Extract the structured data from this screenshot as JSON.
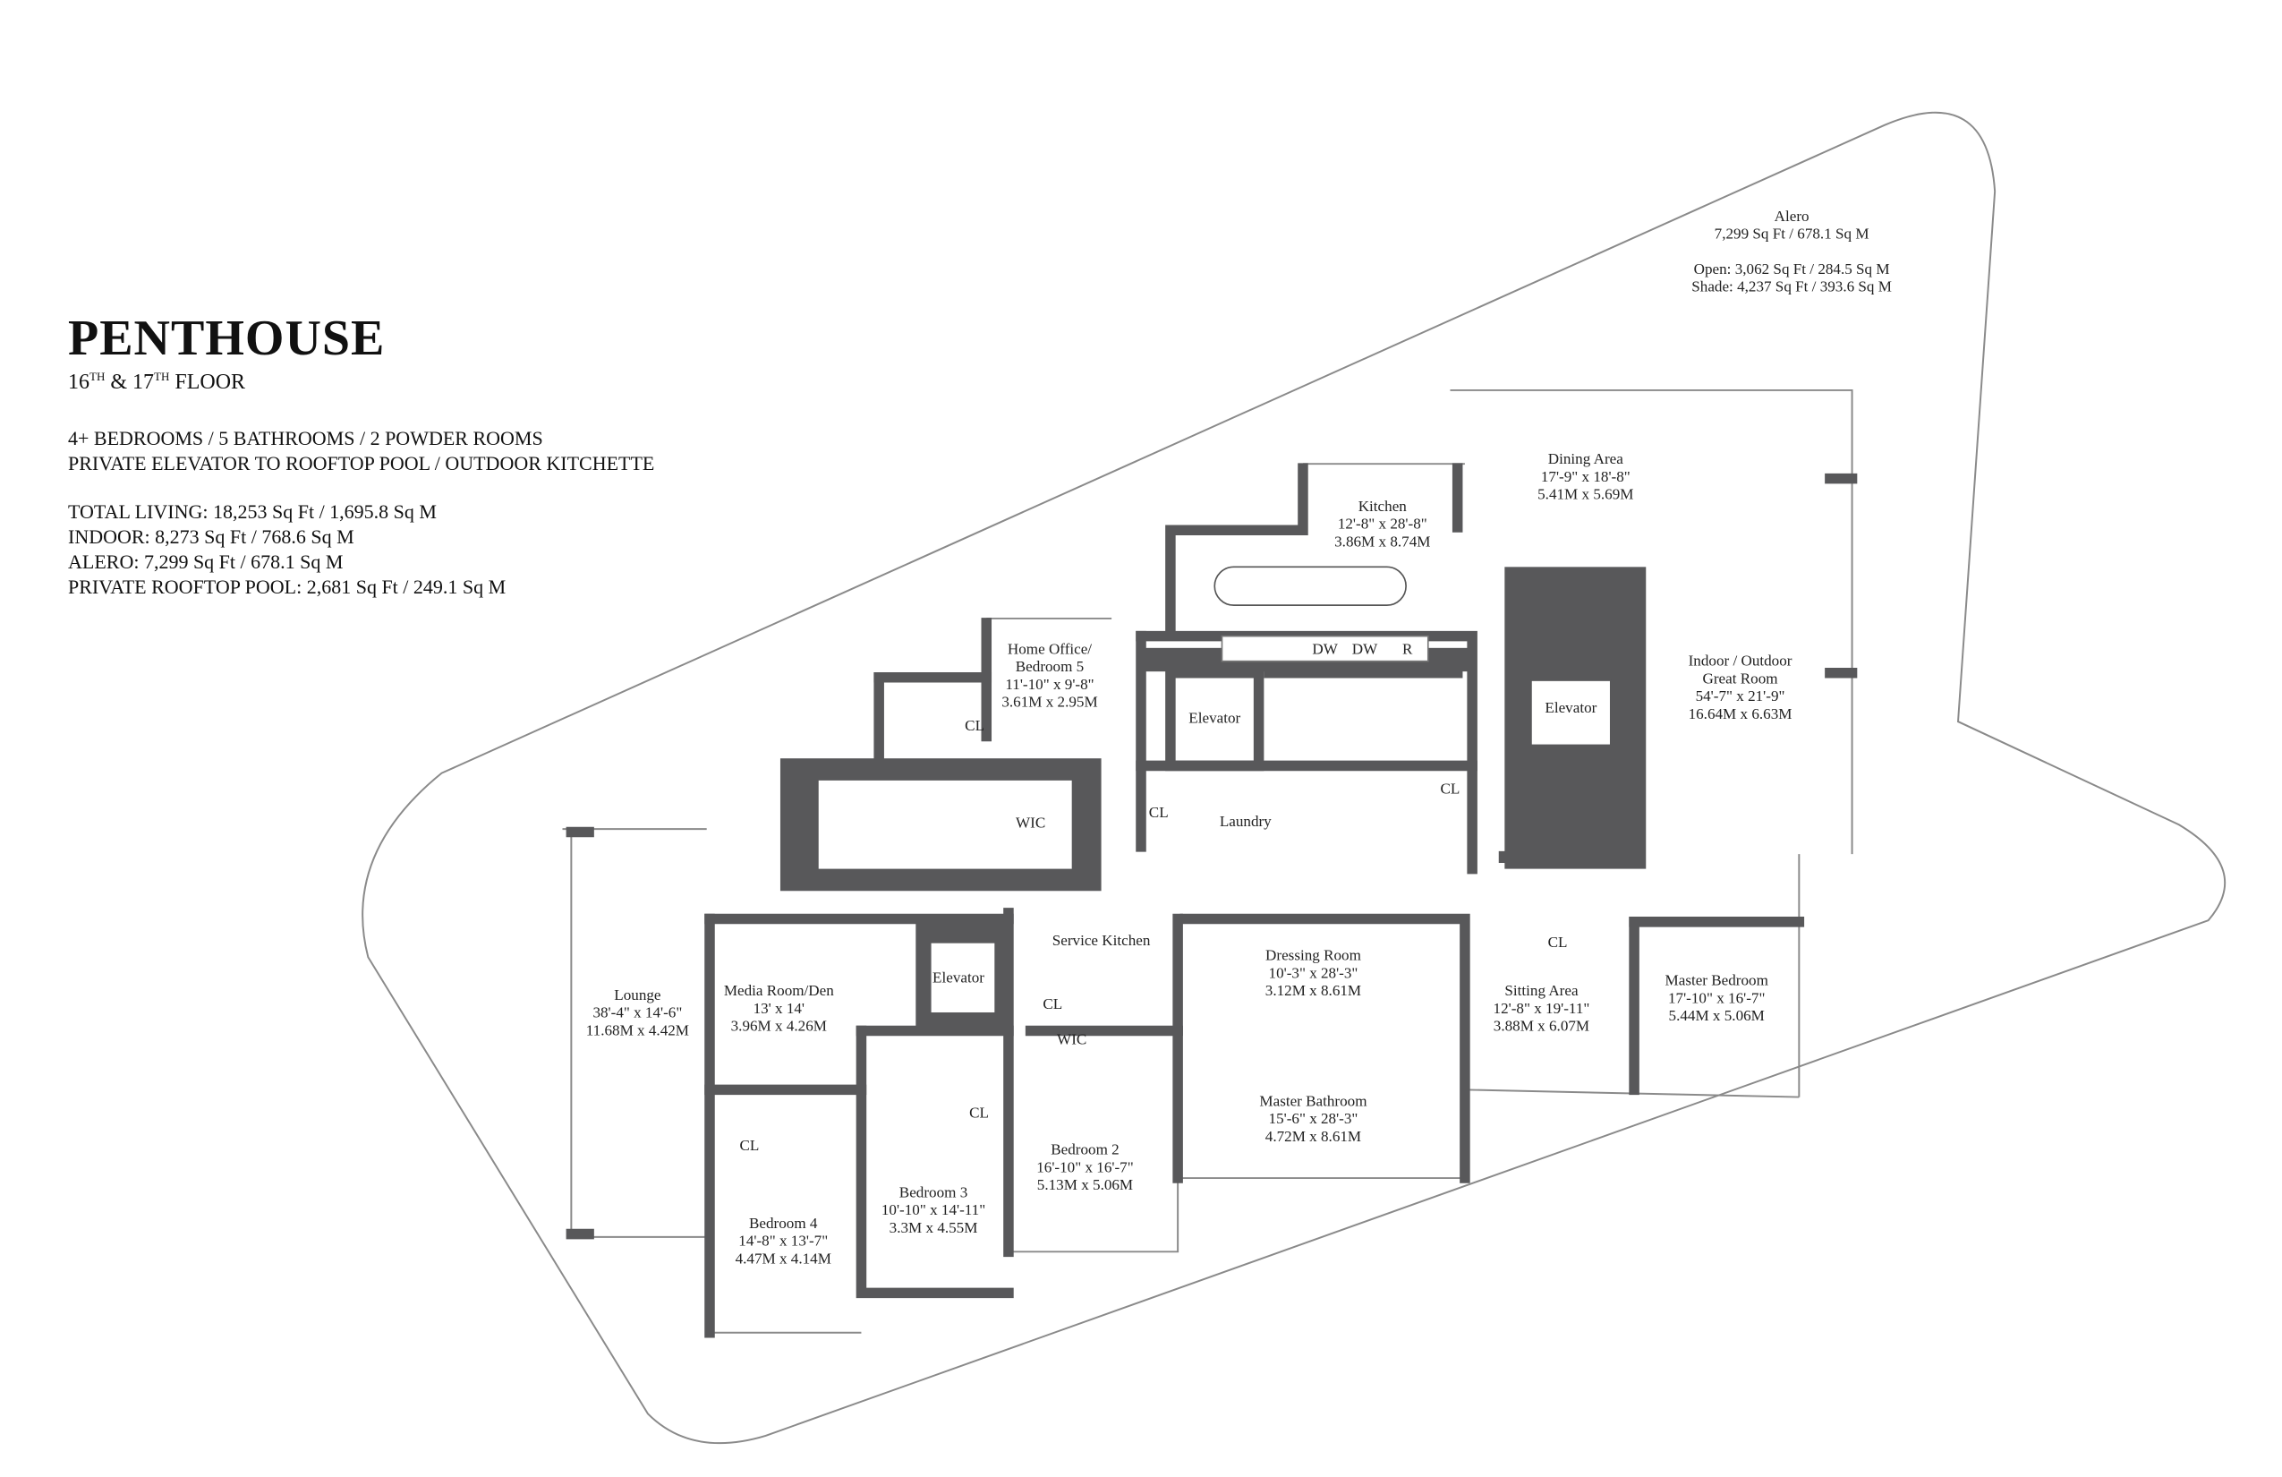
{
  "header": {
    "title": "PENTHOUSE",
    "floor": {
      "num1": "16",
      "sup1": "TH",
      "mid": " & ",
      "num2": "17",
      "sup2": "TH",
      "rest": " FLOOR"
    },
    "features": [
      "4+ BEDROOMS / 5 BATHROOMS / 2 POWDER ROOMS",
      "PRIVATE ELEVATOR TO ROOFTOP POOL / OUTDOOR KITCHETTE"
    ],
    "stats": [
      "TOTAL LIVING: 18,253 Sq Ft / 1,695.8 Sq M",
      "INDOOR: 8,273 Sq Ft / 768.6 Sq M",
      "ALERO: 7,299 Sq Ft / 678.1 Sq M",
      "PRIVATE ROOFTOP POOL: 2,681 Sq Ft / 249.1 Sq M"
    ]
  },
  "rooms": [
    {
      "name": "alero",
      "lines": [
        "Alero",
        "7,299 Sq Ft / 678.1 Sq M",
        "",
        "Open: 3,062 Sq Ft / 284.5 Sq M",
        "Shade: 4,237 Sq Ft / 393.6 Sq M"
      ]
    },
    {
      "name": "dining-area",
      "lines": [
        "Dining Area",
        "17'-9\" x 18'-8\"",
        "5.41M x 5.69M"
      ]
    },
    {
      "name": "kitchen",
      "lines": [
        "Kitchen",
        "12'-8\" x 28'-8\"",
        "3.86M x 8.74M"
      ]
    },
    {
      "name": "home-office",
      "lines": [
        "Home Office/",
        "Bedroom 5",
        "11'-10\" x 9'-8\"",
        "3.61M x 2.95M"
      ]
    },
    {
      "name": "great-room",
      "lines": [
        "Indoor / Outdoor",
        "Great Room",
        "54'-7\" x 21'-9\"",
        "16.64M x 6.63M"
      ]
    },
    {
      "name": "elevator-service",
      "lines": [
        "Elevator"
      ]
    },
    {
      "name": "elevator-private",
      "lines": [
        "Elevator"
      ]
    },
    {
      "name": "elevator-bedroom-wing",
      "lines": [
        "Elevator"
      ]
    },
    {
      "name": "laundry",
      "lines": [
        "Laundry"
      ]
    },
    {
      "name": "closet-laundry",
      "lines": [
        "CL"
      ]
    },
    {
      "name": "closet-office",
      "lines": [
        "CL"
      ]
    },
    {
      "name": "closet-powder",
      "lines": [
        "CL"
      ]
    },
    {
      "name": "wic-office",
      "lines": [
        "WIC"
      ]
    },
    {
      "name": "dishwasher-1",
      "lines": [
        "DW"
      ]
    },
    {
      "name": "dishwasher-2",
      "lines": [
        "DW"
      ]
    },
    {
      "name": "refrigerator",
      "lines": [
        "R"
      ]
    },
    {
      "name": "lounge",
      "lines": [
        "Lounge",
        "38'-4\" x 14'-6\"",
        "11.68M x 4.42M"
      ]
    },
    {
      "name": "media-room",
      "lines": [
        "Media Room/Den",
        "13' x 14'",
        "3.96M x 4.26M"
      ]
    },
    {
      "name": "service-kitchen",
      "lines": [
        "Service Kitchen"
      ]
    },
    {
      "name": "closet-service",
      "lines": [
        "CL"
      ]
    },
    {
      "name": "wic-bedroom-2",
      "lines": [
        "WIC"
      ]
    },
    {
      "name": "closet-bedroom-3",
      "lines": [
        "CL"
      ]
    },
    {
      "name": "closet-bedroom-4",
      "lines": [
        "CL"
      ]
    },
    {
      "name": "closet-sitting",
      "lines": [
        "CL"
      ]
    },
    {
      "name": "dressing-room",
      "lines": [
        "Dressing Room",
        "10'-3\" x 28'-3\"",
        "3.12M x 8.61M"
      ]
    },
    {
      "name": "sitting-area",
      "lines": [
        "Sitting Area",
        "12'-8\" x 19'-11\"",
        "3.88M x 6.07M"
      ]
    },
    {
      "name": "master-bedroom",
      "lines": [
        "Master Bedroom",
        "17'-10\" x 16'-7\"",
        "5.44M x 5.06M"
      ]
    },
    {
      "name": "master-bathroom",
      "lines": [
        "Master Bathroom",
        "15'-6\" x 28'-3\"",
        "4.72M x 8.61M"
      ]
    },
    {
      "name": "bedroom-2",
      "lines": [
        "Bedroom 2",
        "16'-10\" x 16'-7\"",
        "5.13M x 5.06M"
      ]
    },
    {
      "name": "bedroom-3",
      "lines": [
        "Bedroom 3",
        "10'-10\" x 14'-11\"",
        "3.3M x 4.55M"
      ]
    },
    {
      "name": "bedroom-4",
      "lines": [
        "Bedroom 4",
        "14'-8\" x 13'-7\"",
        "4.47M x 4.14M"
      ]
    }
  ]
}
